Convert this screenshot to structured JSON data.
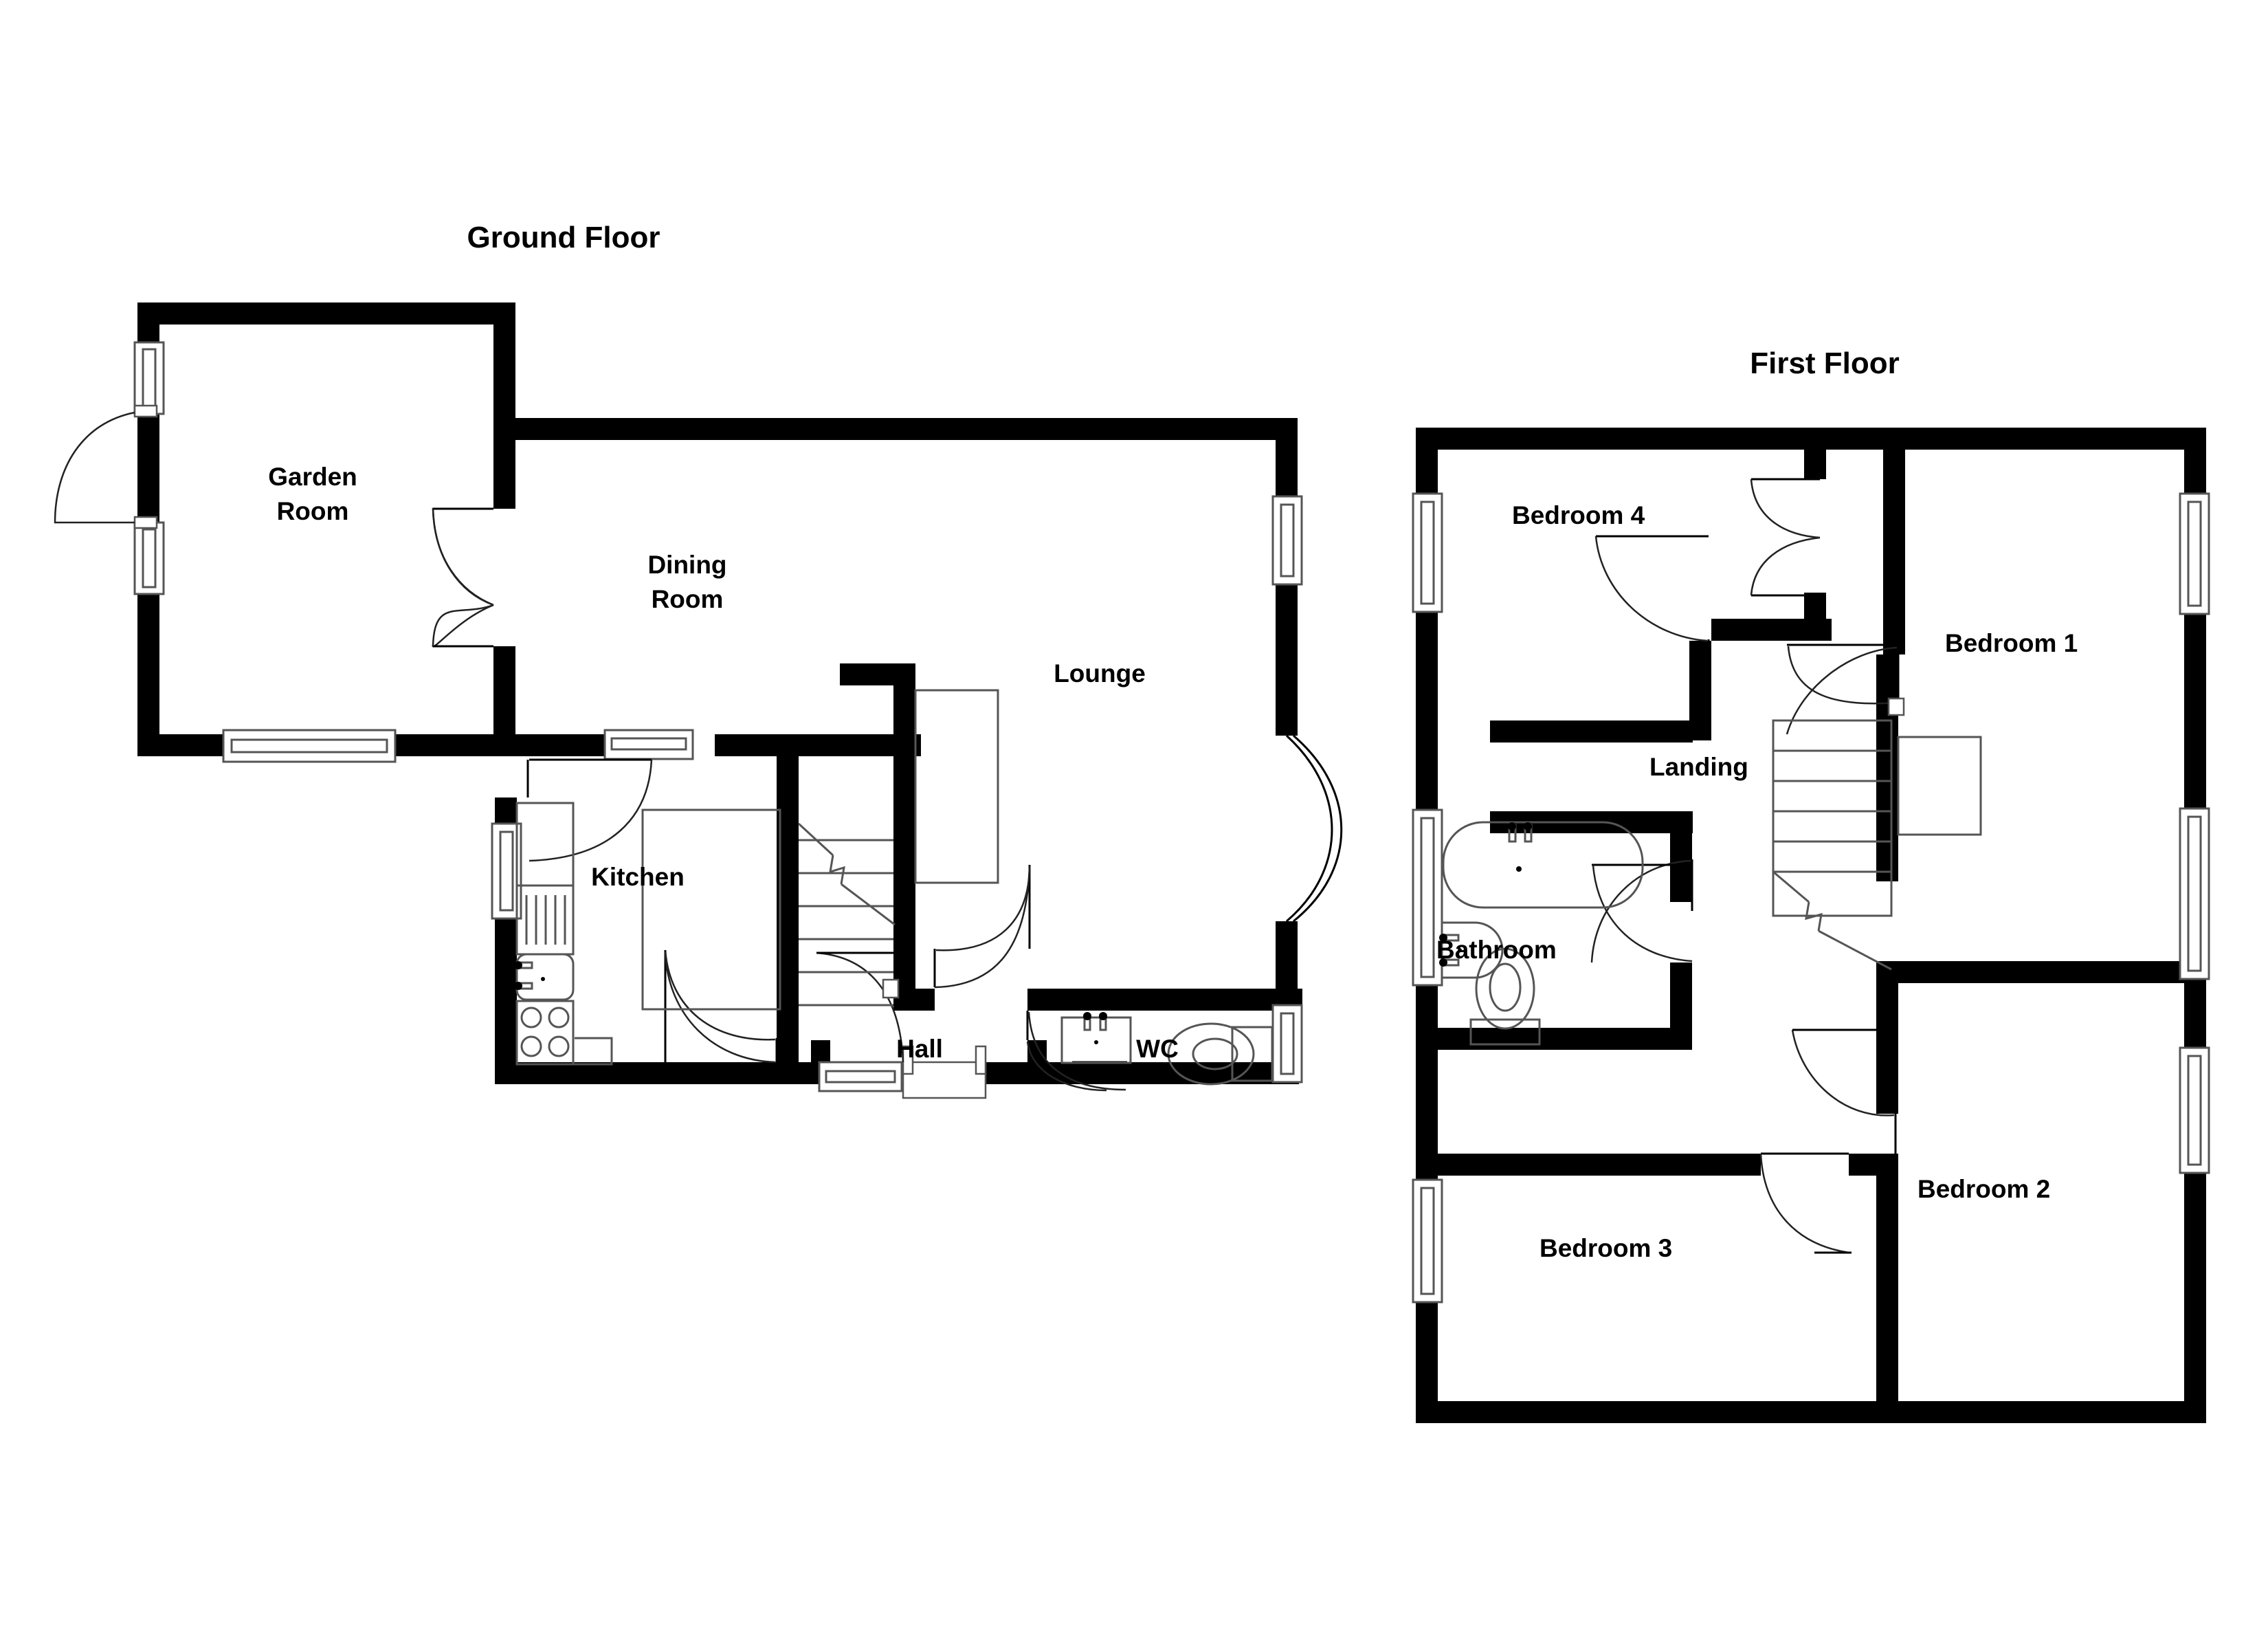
{
  "document": {
    "type": "residential-floor-plan",
    "floor_count": 2
  },
  "floors": [
    {
      "id": "ground",
      "title": "Ground Floor",
      "rooms": [
        {
          "id": "garden-room",
          "label": "Garden Room",
          "label_lines": [
            "Garden",
            "Room"
          ]
        },
        {
          "id": "dining-room",
          "label": "Dining Room",
          "label_lines": [
            "Dining",
            "Room"
          ]
        },
        {
          "id": "lounge",
          "label": "Lounge",
          "label_lines": [
            "Lounge"
          ]
        },
        {
          "id": "kitchen",
          "label": "Kitchen",
          "label_lines": [
            "Kitchen"
          ]
        },
        {
          "id": "hall",
          "label": "Hall",
          "label_lines": [
            "Hall"
          ]
        },
        {
          "id": "wc",
          "label": "WC",
          "label_lines": [
            "WC"
          ]
        }
      ],
      "fixtures": [
        {
          "id": "kitchen-sink",
          "name": "sink"
        },
        {
          "id": "kitchen-hob",
          "name": "hob"
        },
        {
          "id": "kitchen-drainer",
          "name": "drainer"
        },
        {
          "id": "kitchen-worktop",
          "name": "worktop"
        },
        {
          "id": "wc-basin",
          "name": "wash-basin"
        },
        {
          "id": "wc-toilet",
          "name": "toilet"
        },
        {
          "id": "staircase-up",
          "name": "staircase"
        }
      ],
      "openings": {
        "windows": 7,
        "doors": 6,
        "bay_window": 1
      }
    },
    {
      "id": "first",
      "title": "First Floor",
      "rooms": [
        {
          "id": "bedroom-4",
          "label": "Bedroom 4",
          "label_lines": [
            "Bedroom 4"
          ]
        },
        {
          "id": "bedroom-1",
          "label": "Bedroom 1",
          "label_lines": [
            "Bedroom 1"
          ]
        },
        {
          "id": "bedroom-2",
          "label": "Bedroom 2",
          "label_lines": [
            "Bedroom 2"
          ]
        },
        {
          "id": "bedroom-3",
          "label": "Bedroom 3",
          "label_lines": [
            "Bedroom 3"
          ]
        },
        {
          "id": "landing",
          "label": "Landing",
          "label_lines": [
            "Landing"
          ]
        },
        {
          "id": "bathroom",
          "label": "Bathroom",
          "label_lines": [
            "Bathroom"
          ]
        }
      ],
      "fixtures": [
        {
          "id": "bath-tub",
          "name": "bath"
        },
        {
          "id": "bathroom-basin",
          "name": "wash-basin"
        },
        {
          "id": "bathroom-toilet",
          "name": "toilet"
        },
        {
          "id": "staircase-down",
          "name": "staircase"
        }
      ],
      "openings": {
        "windows": 7,
        "doors": 6
      }
    }
  ],
  "colors": {
    "wall": "#000000",
    "background": "#ffffff",
    "fixture_stroke": "#555555",
    "swing_stroke": "#222222",
    "text": "#000000"
  },
  "labels": {
    "ground_floor_title": "Ground Floor",
    "first_floor_title": "First Floor",
    "garden_room_line1": "Garden",
    "garden_room_line2": "Room",
    "dining_room_line1": "Dining",
    "dining_room_line2": "Room",
    "lounge": "Lounge",
    "kitchen": "Kitchen",
    "hall": "Hall",
    "wc": "WC",
    "bedroom_4": "Bedroom 4",
    "bedroom_1": "Bedroom 1",
    "bedroom_2": "Bedroom 2",
    "bedroom_3": "Bedroom 3",
    "landing": "Landing",
    "bathroom": "Bathroom"
  }
}
